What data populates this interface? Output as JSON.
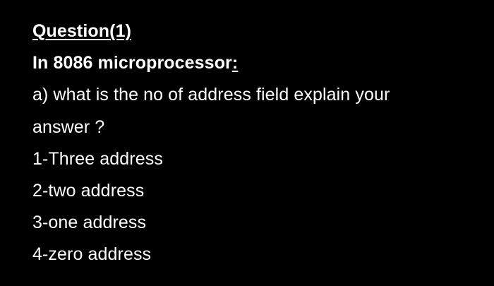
{
  "question": {
    "heading": "Question(1)",
    "intro_text": "In 8086 microprocessor",
    "intro_colon": ":",
    "prompt_line1": "a) what is the no of address field explain your",
    "prompt_line2": "answer ?"
  },
  "options": [
    "1-Three address",
    "2-two address",
    "3-one address",
    "4-zero address"
  ],
  "colors": {
    "background": "#000000",
    "text": "#ffffff"
  }
}
